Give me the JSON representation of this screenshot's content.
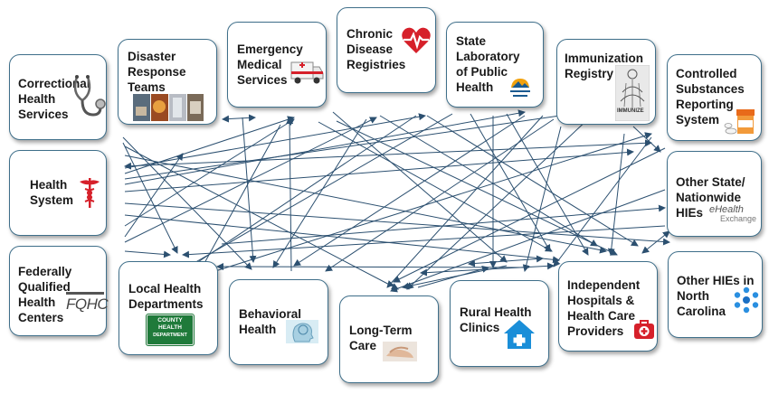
{
  "nodes": {
    "correctional": {
      "l1": "Correctional",
      "l2": "Health",
      "l3": "Services"
    },
    "disaster": {
      "l1": "Disaster",
      "l2": "Response",
      "l3": "Teams"
    },
    "ems": {
      "l1": "Emergency",
      "l2": "Medical",
      "l3": "Services"
    },
    "chronic": {
      "l1": "Chronic",
      "l2": "Disease",
      "l3": "Registries"
    },
    "statelab": {
      "l1": "State",
      "l2": "Laboratory",
      "l3": "of Public",
      "l4": "Health"
    },
    "immunization": {
      "l1": "Immunization",
      "l2": "Registry",
      "logo": "IMMUNIZE"
    },
    "controlled": {
      "l1": "Controlled",
      "l2": "Substances",
      "l3": "Reporting",
      "l4": "System"
    },
    "healthsystem": {
      "l1": "Health",
      "l2": "System"
    },
    "otherstate": {
      "l1": "Other State/",
      "l2": "Nationwide",
      "l3": "HIEs",
      "logo1": "eHealth",
      "logo2": "Exchange"
    },
    "fqhc": {
      "l1": "Federally",
      "l2": "Qualified",
      "l3": "Health",
      "l4": "Centers",
      "logo": "FQHC"
    },
    "localhealth": {
      "l1": "Local Health",
      "l2": "Departments",
      "sign1": "COUNTY",
      "sign2": "HEALTH",
      "sign3": "DEPARTMENT"
    },
    "behavioral": {
      "l1": "Behavioral",
      "l2": "Health"
    },
    "longterm": {
      "l1": "Long-Term",
      "l2": "Care"
    },
    "rural": {
      "l1": "Rural Health",
      "l2": "Clinics"
    },
    "independent": {
      "l1": "Independent",
      "l2": "Hospitals &",
      "l3": "Health Care",
      "l4": "Providers"
    },
    "otherhies": {
      "l1": "Other HIEs in",
      "l2": "North",
      "l3": "Carolina"
    }
  },
  "colors": {
    "border": "#3f6f8a",
    "arrow": "#2c5070",
    "red": "#d6202a",
    "blue": "#1a8ed8"
  },
  "icons": [
    "stethoscope-icon",
    "disaster-photos-icon",
    "ambulance-icon",
    "heartbeat-icon",
    "nc-public-health-logo-icon",
    "immunize-logo-icon",
    "pill-bottle-icon",
    "caduceus-icon",
    "ehealth-exchange-logo-icon",
    "fqhc-logo-icon",
    "county-health-sign-icon",
    "brain-head-icon",
    "hands-icon",
    "house-cross-icon",
    "first-aid-kit-icon",
    "dots-network-icon"
  ]
}
